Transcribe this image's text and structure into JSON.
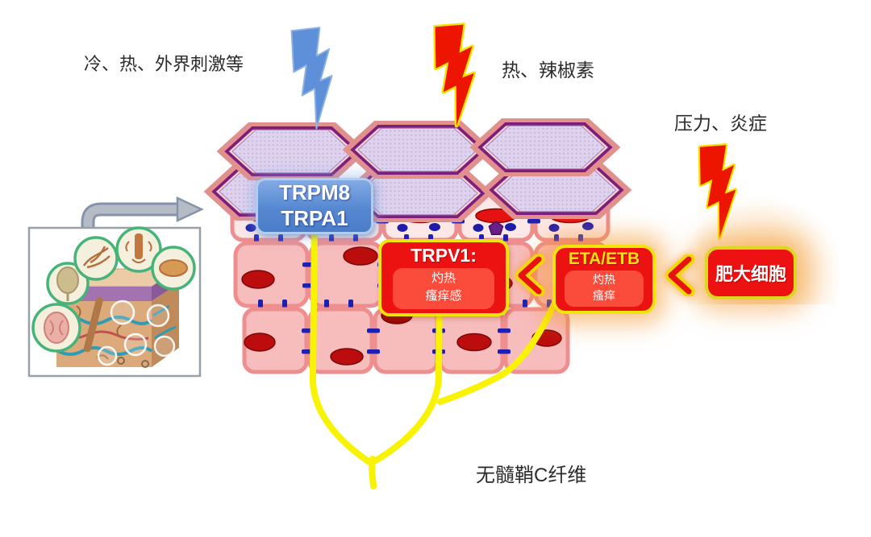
{
  "labels": {
    "cold_stimuli": "冷、热、外界刺激等",
    "heat_capsaicin": "热、辣椒素",
    "pressure_inflammation": "压力、炎症",
    "c_fiber": "无髓鞘C纤维"
  },
  "boxes": {
    "trpm8": {
      "line1": "TRPM8",
      "line2": "TRPA1",
      "bg": "#5b8cd4",
      "border": "#aecdf0",
      "text_color": "#ffffff"
    },
    "trpv1": {
      "title": "TRPV1:",
      "lines": [
        "灼热",
        "瘙痒感"
      ],
      "bg": "#ed1212",
      "border": "#f2e30a",
      "text_color": "#ffffff"
    },
    "eta_etb": {
      "title": "ETA/ETB",
      "lines": [
        "灼热",
        "瘙痒"
      ],
      "bg": "#ed1212",
      "border": "#f2e30a",
      "title_color": "#f8df12",
      "text_color": "#ffffff"
    },
    "mast_cell": {
      "label": "肥大细胞",
      "bg": "#ee1111",
      "border": "#ddd81e",
      "text_color": "#ffffff"
    }
  },
  "icons": {
    "bolt_blue": {
      "name": "lightning-bolt-blue-icon",
      "fill": "#5d90d8",
      "outline": "#8fb2e2"
    },
    "bolt_red_heat": {
      "name": "lightning-bolt-red-icon",
      "fill": "#ee1500",
      "outline": "#f6e400"
    },
    "bolt_red_pressure": {
      "name": "lightning-bolt-red-icon",
      "fill": "#ee1500",
      "outline": "#f6e400"
    },
    "chevron_left": {
      "fill": "#ea1111",
      "outline": "#f2d80a"
    },
    "elbow_arrow": {
      "fill": "#b6bcc6",
      "outline": "#8593ad"
    }
  },
  "nerve_fiber_color": "#f8f303",
  "tissue_colors": {
    "cell_fill": "#f7bcbc",
    "cell_fill_light": "#fde8e8",
    "cell_border": "#ee8e8e",
    "nucleus": "#bb0d0d",
    "desmosome": "#2020b0",
    "corneocyte_fill": "#ded2ee",
    "corneocyte_ring": "#7c1e7a",
    "corneocyte_border": "#e2908e"
  }
}
